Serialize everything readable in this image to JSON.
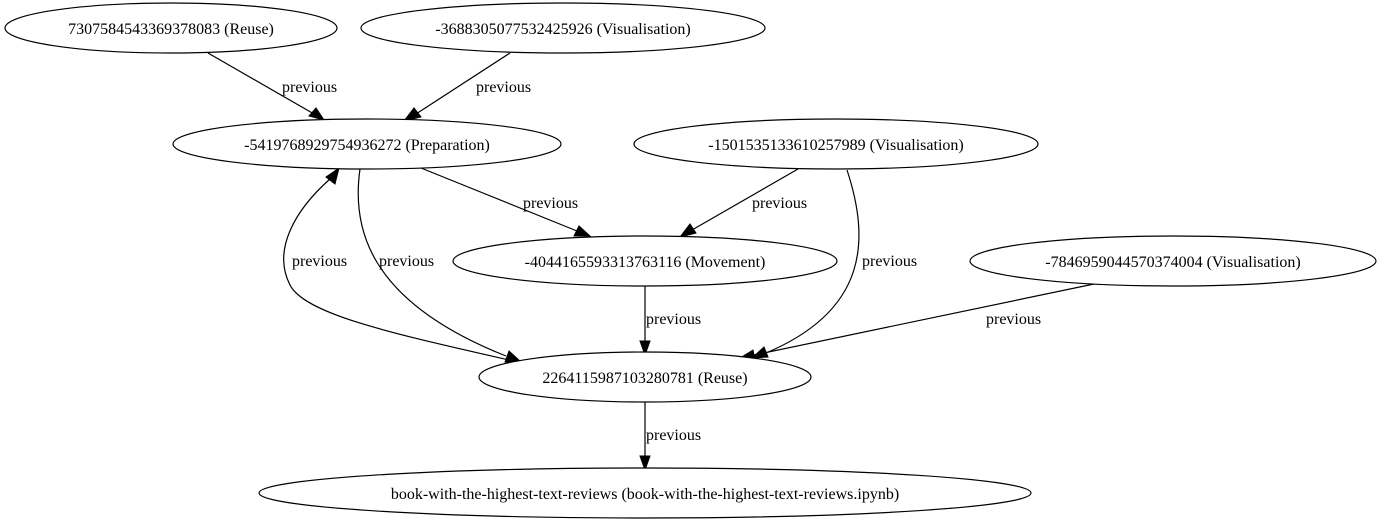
{
  "graph": {
    "nodes": {
      "n1": "7307584543369378083 (Reuse)",
      "n2": "-3688305077532425926 (Visualisation)",
      "n3": "-5419768929754936272 (Preparation)",
      "n4": "-1501535133610257989 (Visualisation)",
      "n5": "-4044165593313763116 (Movement)",
      "n6": "-7846959044570374004 (Visualisation)",
      "n7": "2264115987103280781 (Reuse)",
      "n8": "book-with-the-highest-text-reviews (book-with-the-highest-text-reviews.ipynb)"
    },
    "edges": [
      {
        "from": "n1",
        "to": "n3",
        "label": "previous"
      },
      {
        "from": "n2",
        "to": "n3",
        "label": "previous"
      },
      {
        "from": "n3",
        "to": "n5",
        "label": "previous"
      },
      {
        "from": "n4",
        "to": "n5",
        "label": "previous"
      },
      {
        "from": "n7",
        "to": "n3",
        "label": "previous"
      },
      {
        "from": "n3",
        "to": "n7",
        "label": "previous"
      },
      {
        "from": "n5",
        "to": "n7",
        "label": "previous"
      },
      {
        "from": "n4",
        "to": "n7",
        "label": "previous"
      },
      {
        "from": "n6",
        "to": "n7",
        "label": "previous"
      },
      {
        "from": "n7",
        "to": "n8",
        "label": "previous"
      }
    ]
  }
}
